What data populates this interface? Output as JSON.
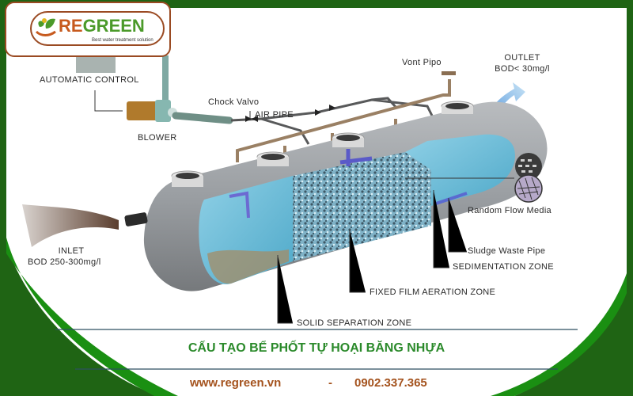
{
  "brand": {
    "logo_prefix": "RE",
    "logo_suffix": "GREEN",
    "tagline": "Best water treatment solution",
    "colors": {
      "frame": "#1f6414",
      "accent_green": "#2b8a2b",
      "bright_green": "#1a8f12",
      "orange": "#a4521d",
      "logo_border": "#9a4a22"
    }
  },
  "diagram": {
    "labels": {
      "automatic_control": "AUTOMATIC CONTROL",
      "blower": "BLOWER",
      "check_valve": "Chock Valvo",
      "air_pipe": "AIR PIPE",
      "vent_pipe": "Vont Pipo",
      "outlet_title": "OUTLET",
      "outlet_bod": "BOD< 30mg/l",
      "inlet_title": "INLET",
      "inlet_bod": "BOD 250-300mg/l",
      "random_flow_media": "Random Flow Media",
      "sludge_waste_pipe": "Sludge Waste Pipe",
      "sedimentation_zone": "SEDIMENTATION ZONE",
      "fixed_film_aeration_zone": "FIXED FILM AERATION ZONE",
      "solid_separation_zone": "SOLID SEPARATION ZONE"
    }
  },
  "caption": {
    "title": "CẤU TẠO BỂ PHỐT TỰ HOẠI BĂNG NHỰA",
    "website": "www.regreen.vn",
    "separator": "-",
    "phone": "0902.337.365"
  }
}
